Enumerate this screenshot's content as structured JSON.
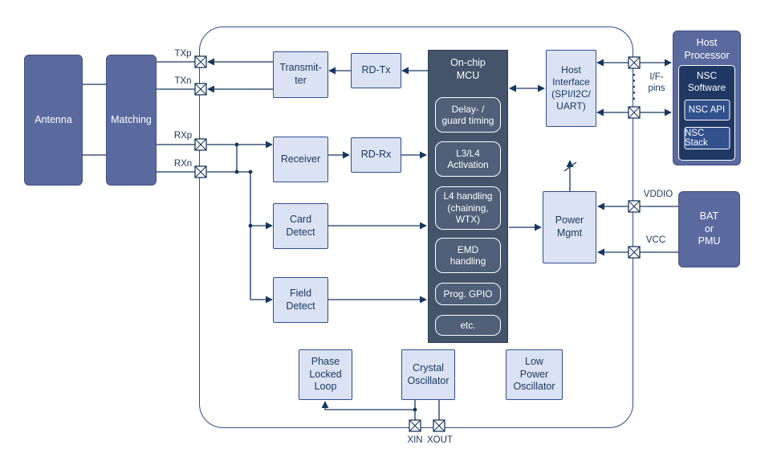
{
  "colors": {
    "dark_block": "#5A6A9E",
    "light_block_fill": "#DAE2F4",
    "block_border": "#2F4D8F",
    "mcu_fill": "#44546A",
    "mcu_item_fill": "#4F6078",
    "nsc_fill": "#1F3864",
    "nsc_item_fill": "#31508C",
    "wire": "#17375E"
  },
  "blocks": {
    "antenna": "Antenna",
    "matching": "Matching",
    "transmitter": "Transmit-\nter",
    "rd_tx": "RD-Tx",
    "receiver": "Receiver",
    "rd_rx": "RD-Rx",
    "card_detect": "Card\nDetect",
    "field_detect": "Field\nDetect",
    "mcu_title": "On-chip\nMCU",
    "mcu_items": [
      "Delay- /\nguard timing",
      "L3/L4\nActivation",
      "L4 handling\n(chaining,\nWTX)",
      "EMD\nhandling",
      "Prog. GPIO",
      "etc."
    ],
    "host_interface": "Host\nInterface\n(SPI/I2C/\nUART)",
    "power_mgmt": "Power\nMgmt",
    "pll": "Phase\nLocked\nLoop",
    "crystal_osc": "Crystal\nOscillator",
    "low_power_osc": "Low\nPower\nOscillator",
    "host_processor": "Host\nProcessor",
    "nsc_software": "NSC\nSoftware",
    "nsc_api": "NSC API",
    "nsc_stack": "NSC Stack",
    "bat_pmu": "BAT\nor\nPMU"
  },
  "pins": {
    "txp": "TXp",
    "txn": "TXn",
    "rxp": "RXp",
    "rxn": "RXn",
    "if_pins": "I/F-\npins",
    "vddio": "VDDIO",
    "vcc": "VCC",
    "xin": "XIN",
    "xout": "XOUT"
  }
}
